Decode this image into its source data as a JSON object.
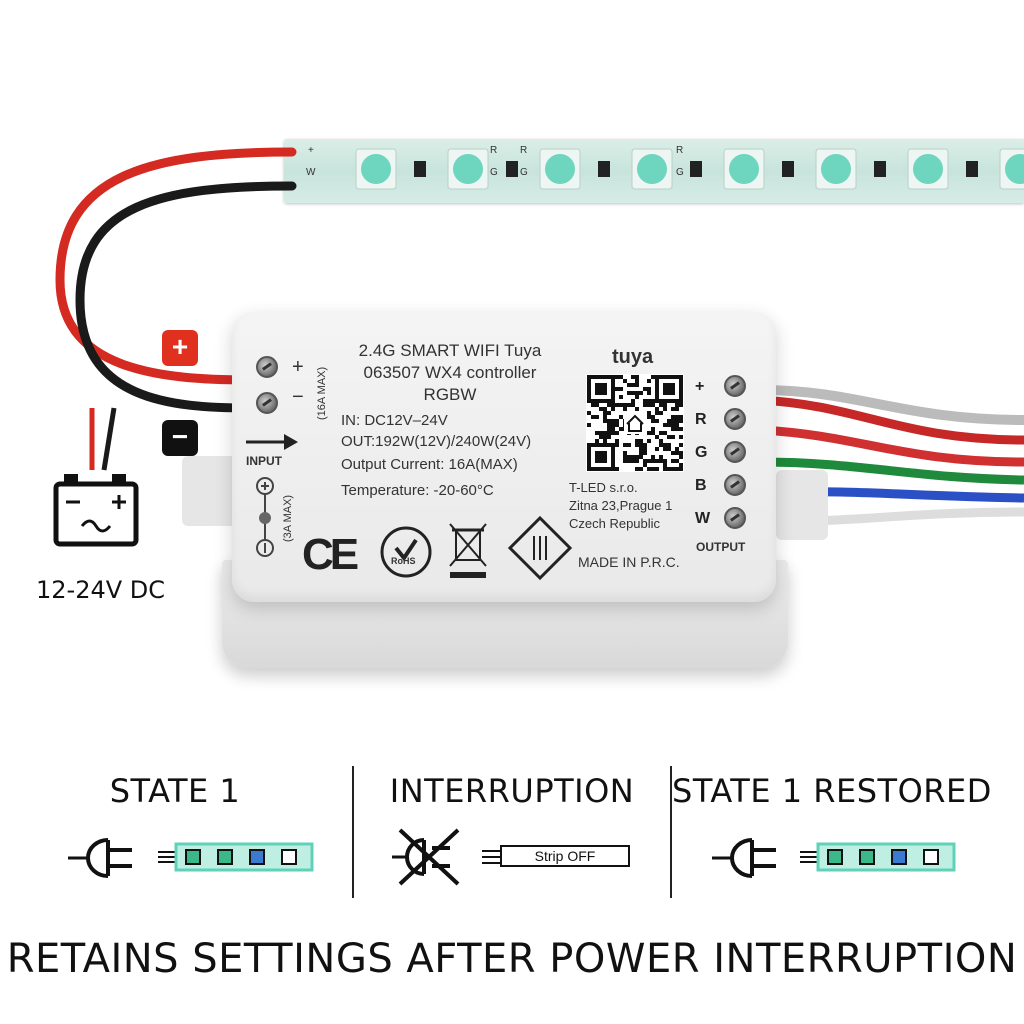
{
  "controller": {
    "title_line1": "2.4G SMART WIFI Tuya",
    "title_line2": "063507 WX4 controller",
    "title_line3": "RGBW",
    "in": "IN: DC12V–24V",
    "out": "OUT:192W(12V)/240W(24V)",
    "current": "Output Current: 16A(MAX)",
    "temperature": "Temperature: -20-60°C",
    "brand": "tuya",
    "company_line1": "T-LED s.r.o.",
    "company_line2": "Zitna 23,Prague 1",
    "company_line3": "Czech Republic",
    "made_in": "MADE IN P.R.C.",
    "input_label": "INPUT",
    "output_label": "OUTPUT",
    "input_max": "(16A MAX)",
    "aux_max": "(3A MAX)",
    "plus": "+",
    "minus": "−",
    "output_pins": [
      "+",
      "R",
      "G",
      "B",
      "W"
    ],
    "ce_mark": "CE",
    "rohs_mark": "RoHS"
  },
  "strip": {
    "pad_labels": [
      "+",
      "W",
      "R",
      "G",
      "R",
      "G",
      "R",
      "G"
    ]
  },
  "power": {
    "plus_badge": "+",
    "minus_badge": "−",
    "voltage_label": "12-24V DC",
    "battery_icon": "battery-icon"
  },
  "states": [
    {
      "title": "STATE 1",
      "icon": "plug-icon",
      "strip_state": "on"
    },
    {
      "title": "INTERRUPTION",
      "icon": "unplugged-icon",
      "strip_text": "Strip OFF"
    },
    {
      "title": "STATE 1 RESTORED",
      "icon": "plug-icon",
      "strip_state": "on"
    }
  ],
  "footer": "RETAINS SETTINGS AFTER POWER INTERRUPTION",
  "colors": {
    "red_wire": "#d42a22",
    "black_wire": "#1a1a1a",
    "green_wire": "#1f8a3b",
    "blue_wire": "#2b4fc4",
    "led_teal": "#5fd1b8",
    "badge_red": "#e0301e",
    "badge_black": "#111111"
  }
}
